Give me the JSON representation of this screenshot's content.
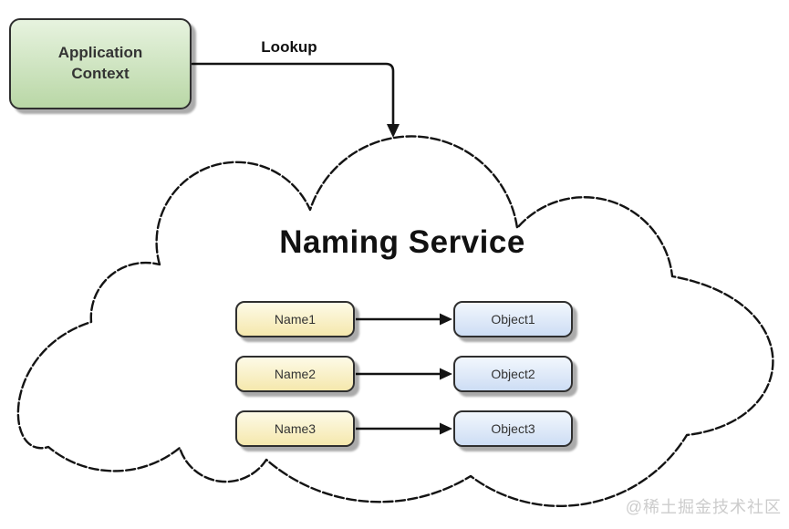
{
  "app_box": {
    "label": "Application Context"
  },
  "lookup": {
    "label": "Lookup"
  },
  "cloud": {
    "title": "Naming Service"
  },
  "rows": [
    {
      "name": "Name1",
      "object": "Object1"
    },
    {
      "name": "Name2",
      "object": "Object2"
    },
    {
      "name": "Name3",
      "object": "Object3"
    }
  ],
  "watermark": {
    "text": "@稀土掘金技术社区"
  },
  "colors": {
    "green_top": "#e7f3df",
    "green_bottom": "#b9d7a6",
    "yellow_top": "#fdfae7",
    "yellow_bottom": "#f5e8ad",
    "blue_top": "#f2f7fd",
    "blue_bottom": "#cdddf4",
    "node_border": "#2f2f2f",
    "line": "#141414",
    "text_dark": "#333333",
    "title": "#111111",
    "watermark": "#cccccc"
  }
}
